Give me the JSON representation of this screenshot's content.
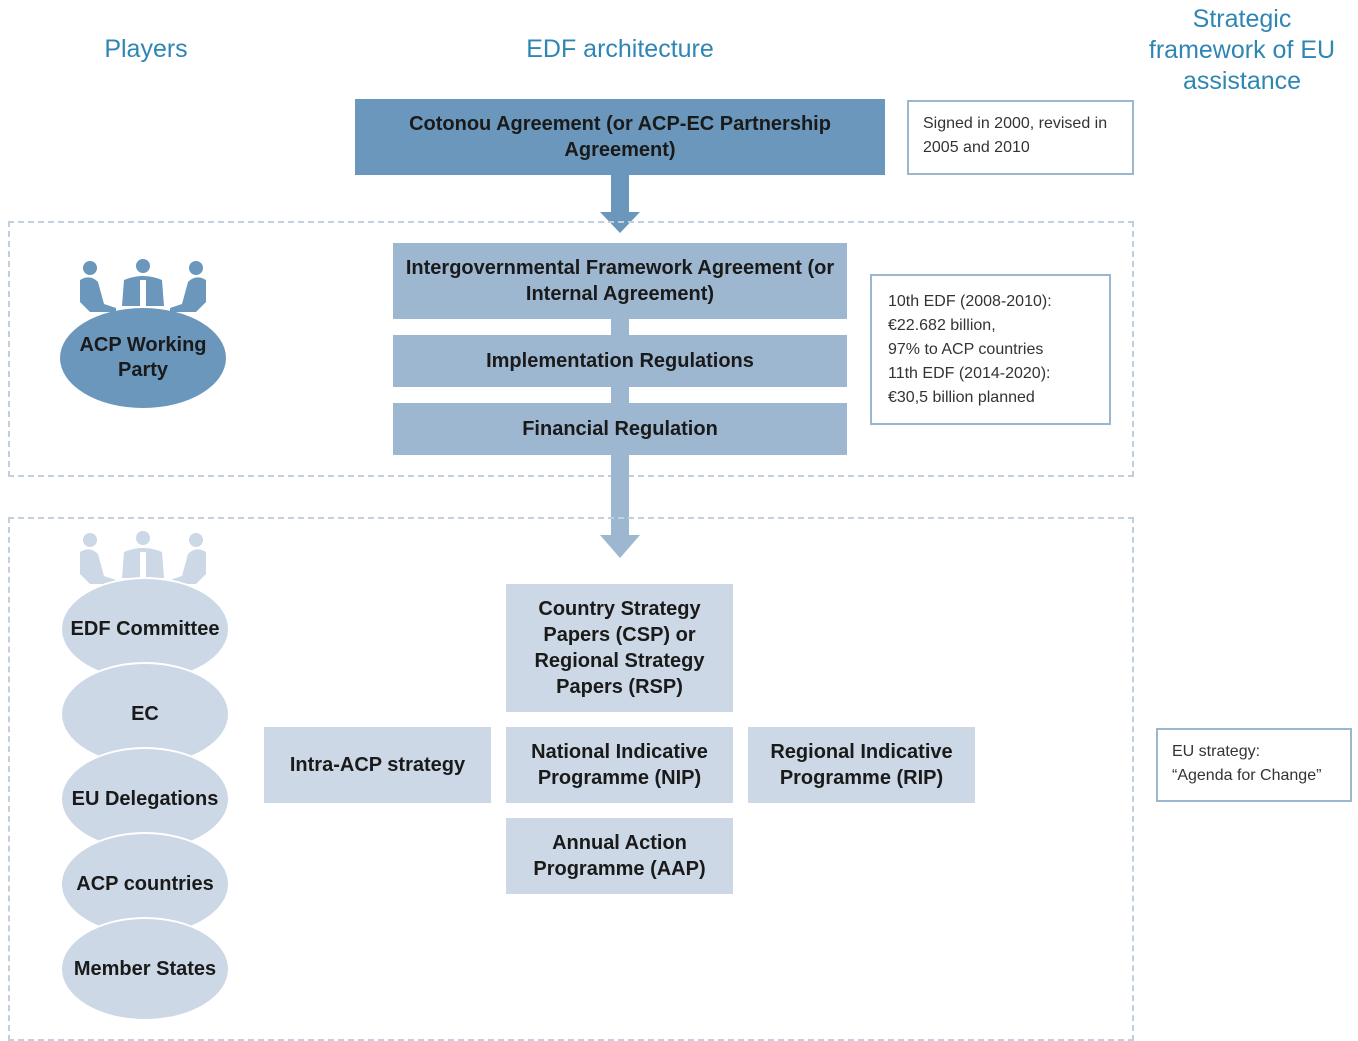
{
  "headers": {
    "players": "Players",
    "architecture": "EDF architecture",
    "strategic": "Strategic framework of EU assistance"
  },
  "top": {
    "cotonou": "Cotonou Agreement (or ACP-EC Partnership Agreement)",
    "signed_note": "Signed in 2000, revised in 2005 and 2010"
  },
  "section1": {
    "player": "ACP Working Party",
    "igfa": "Intergovernmental Framework Agreement (or Internal Agreement)",
    "impl": "Implementation Regulations",
    "fin": "Financial Regulation",
    "note_lines": [
      "10th EDF (2008-2010):",
      "€22.682 billion,",
      "97% to ACP countries",
      "11th EDF (2014-2020):",
      "€30,5 billion planned"
    ]
  },
  "section2": {
    "players": [
      "EDF Committee",
      "EC",
      "EU Delegations",
      "ACP countries",
      "Member States"
    ],
    "csp": "Country Strategy Papers (CSP) or Regional Strategy Papers (RSP)",
    "intra": "Intra-ACP strategy",
    "nip": "National Indicative Programme (NIP)",
    "rip": "Regional Indicative Programme (RIP)",
    "aap": "Annual Action Programme (AAP)",
    "eu_note_lines": [
      "EU strategy:",
      "“Agenda for Change”"
    ]
  },
  "icons": [
    "people-group-icon"
  ],
  "colors": {
    "heading": "#2f86b5",
    "dark_box": "#6a97bb",
    "mid_box": "#9db7d0",
    "light_box": "#ccd8e6"
  }
}
